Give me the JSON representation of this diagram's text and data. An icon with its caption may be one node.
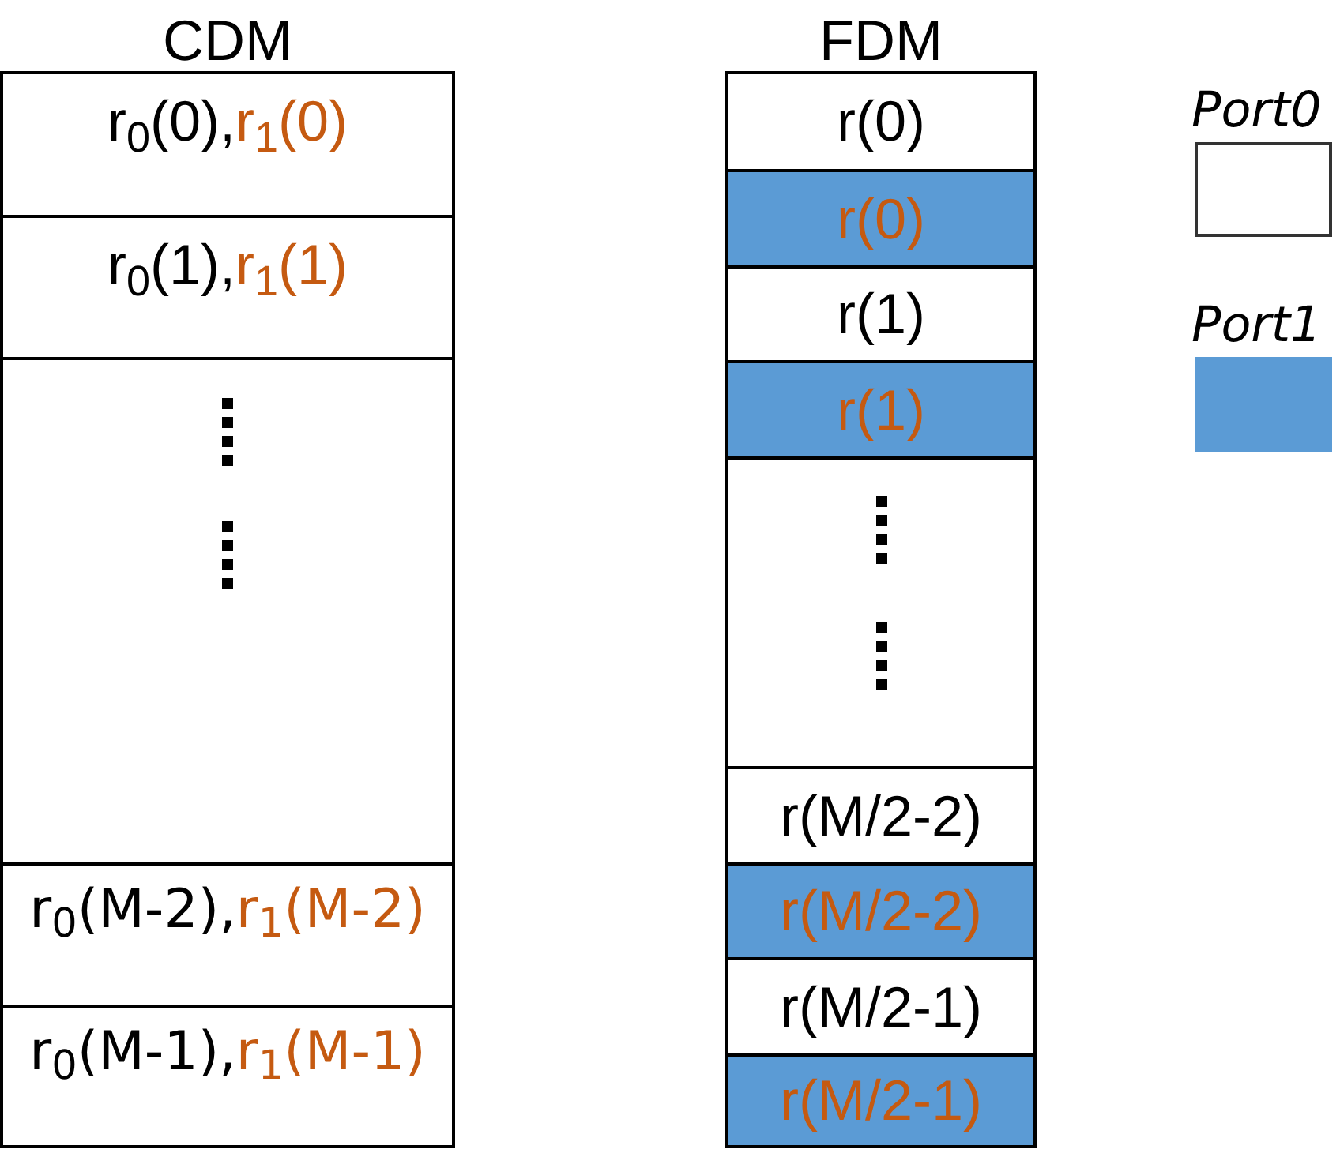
{
  "diagram": {
    "nodes": [
      {
        "text": [
          "CDM"
        ]
      },
      {
        "text": [
          "r$_{0}$(0),",
          "r$_{1}$(0)"
        ],
        "in": 0
      },
      {
        "text": [
          "r$_{0}$(1),",
          "r$_{1}$(1)"
        ],
        "in": 0
      },
      {
        "text": [],
        "shape": "box",
        "in": 0
      },
      {
        "text": [
          "r$_{0}$(M-2),",
          "r$_{1}$(M-2)"
        ],
        "in": 0
      },
      {
        "text": [
          "r$_{0}$(M-1),",
          "r$_{1}$(M-1)"
        ],
        "in": 0
      },
      {
        "text": [
          "FDM"
        ]
      },
      {
        "text": [
          "r(0)"
        ],
        "in": 6
      },
      {
        "text": [
          "r(0)"
        ],
        "in": 6
      },
      {
        "text": [
          "r(1)"
        ],
        "in": 6
      },
      {
        "text": [
          "r(1)"
        ],
        "in": 6
      },
      {
        "text": [],
        "shape": "box",
        "in": 6
      },
      {
        "text": [
          "r(M/2-2)"
        ],
        "in": 6
      },
      {
        "text": [
          "r(M/2-2)"
        ],
        "in": 6
      },
      {
        "text": [
          "r(M/2-1)"
        ],
        "in": 6
      },
      {
        "text": [
          "r(M/2-1)"
        ],
        "in": 6
      }
    ],
    "legend": [
      {
        "text": "Port0",
        "color": "#ffffff"
      },
      {
        "text": "Port1",
        "color": "#5b9bd5"
      }
    ]
  }
}
